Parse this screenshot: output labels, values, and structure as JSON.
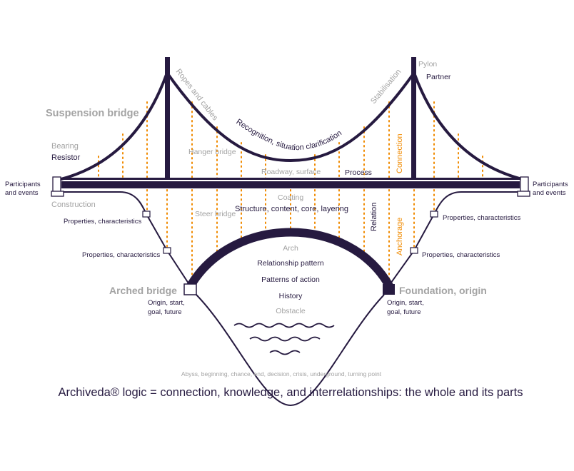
{
  "colors": {
    "dark": "#261a40",
    "gray": "#a3a3a3",
    "orange": "#f08a00"
  },
  "labels": {
    "suspension_bridge": "Suspension bridge",
    "bearing": "Bearing",
    "resistor": "Resistor",
    "participants_left_1": "Participants",
    "participants_left_2": "and events",
    "participants_right_1": "Participants",
    "participants_right_2": "and events",
    "construction": "Construction",
    "ropes_and_cables": "Ropes and cables",
    "hanger_bridge": "Hanger bridge",
    "recognition": "Recognition, situation clarification",
    "stabilisation": "Stabilisation",
    "pylon": "Pylon",
    "partner": "Partner",
    "roadway": "Roadway, surface",
    "process": "Process",
    "connection": "Connection",
    "coating": "Coating",
    "structure": "Structure, content, core, layering",
    "steer_bridge": "Steer bridge",
    "relation": "Relation",
    "anchorage": "Anchorage",
    "properties_l1": "Properties, characteristics",
    "properties_l2": "Properties, characteristics",
    "properties_r1": "Properties, characteristics",
    "properties_r2": "Properties, characteristics",
    "arch": "Arch",
    "relationship_pattern": "Relationship pattern",
    "patterns_of_action": "Patterns of action",
    "history": "History",
    "obstacle": "Obstacle",
    "arched_bridge": "Arched bridge",
    "foundation": "Foundation, origin",
    "origin_l_1": "Origin, start,",
    "origin_l_2": "goal, future",
    "origin_r_1": "Origin, start,",
    "origin_r_2": "goal, future",
    "abyss": "Abyss, beginning, chance, end, decision, crisis, underground, turning point"
  },
  "caption": "Archiveda® logic = connection, knowledge, and interrelationships: the whole and its parts"
}
